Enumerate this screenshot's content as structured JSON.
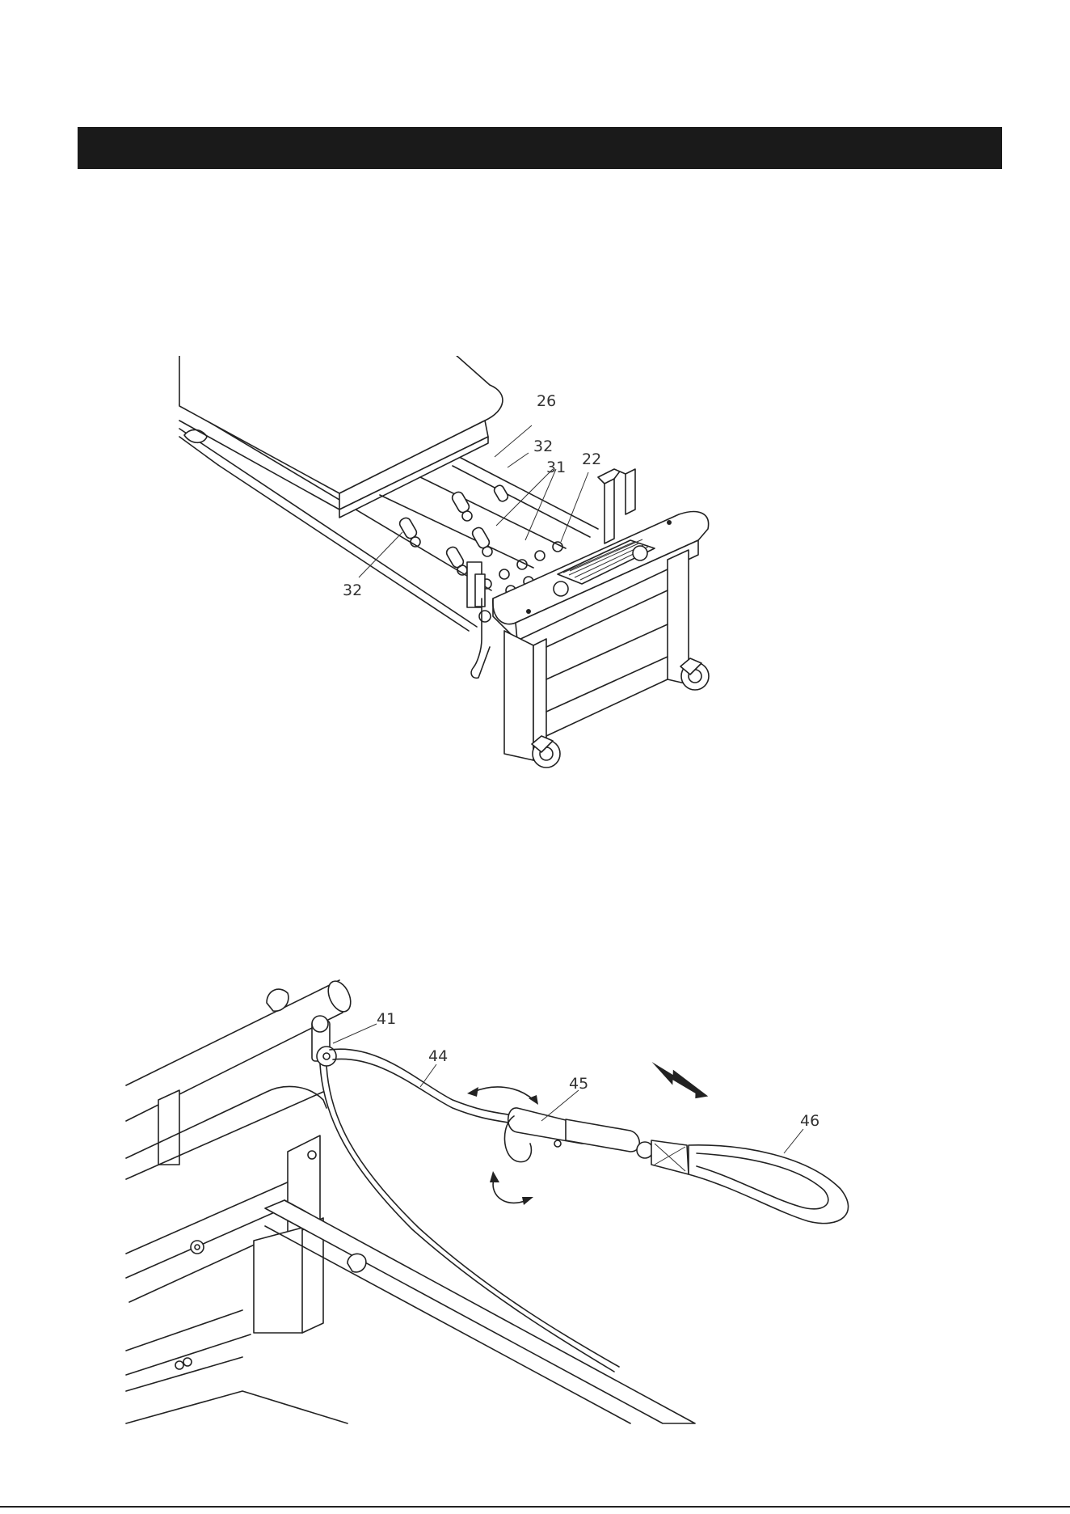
{
  "header": {
    "title": ""
  },
  "figure_top": {
    "callouts": [
      "26",
      "32",
      "31",
      "22",
      "32"
    ]
  },
  "figure_bottom": {
    "callouts": [
      "41",
      "44",
      "45",
      "46"
    ]
  },
  "colors": {
    "header_bar": "#1a1a1a",
    "line": "#222222",
    "background": "#ffffff"
  }
}
